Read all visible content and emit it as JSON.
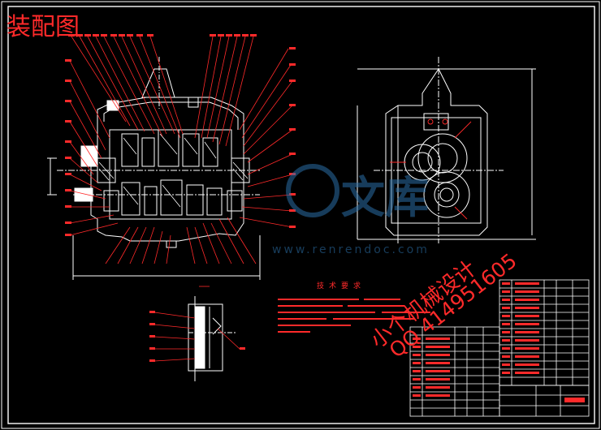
{
  "page": {
    "title": "装配图",
    "tech_requirements_title": "技术要求"
  },
  "watermark": {
    "site_name": "文库",
    "url": "www.renrendoc.com",
    "text": "小个机械设计"
  },
  "contact": {
    "qq": "QQ 414951605"
  },
  "colors": {
    "background": "#000000",
    "line": "#ffffff",
    "annotation": "#ff2a2a",
    "watermark": "#2a6ea6"
  }
}
